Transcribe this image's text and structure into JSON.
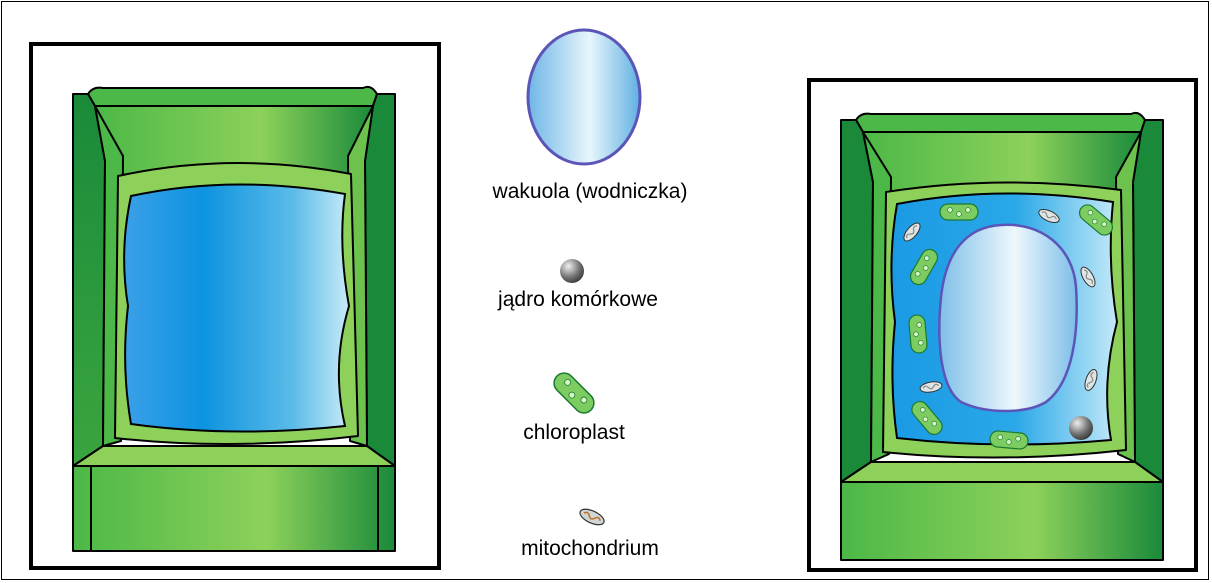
{
  "legend": {
    "vacuole_label": "wakuola (wodniczka)",
    "nucleus_label": "jądro komórkowe",
    "chloroplast_label": "chloroplast",
    "mitochondrion_label": "mitochondrium"
  },
  "colors": {
    "wall_dark": "#1a8a3a",
    "wall_mid": "#4cb847",
    "wall_light": "#8dd15b",
    "cytoplasm_blue": "#1ea3e6",
    "cytoplasm_light": "#b9e6f7",
    "vacuole_edge": "#6a63c4",
    "outline": "#000000"
  }
}
